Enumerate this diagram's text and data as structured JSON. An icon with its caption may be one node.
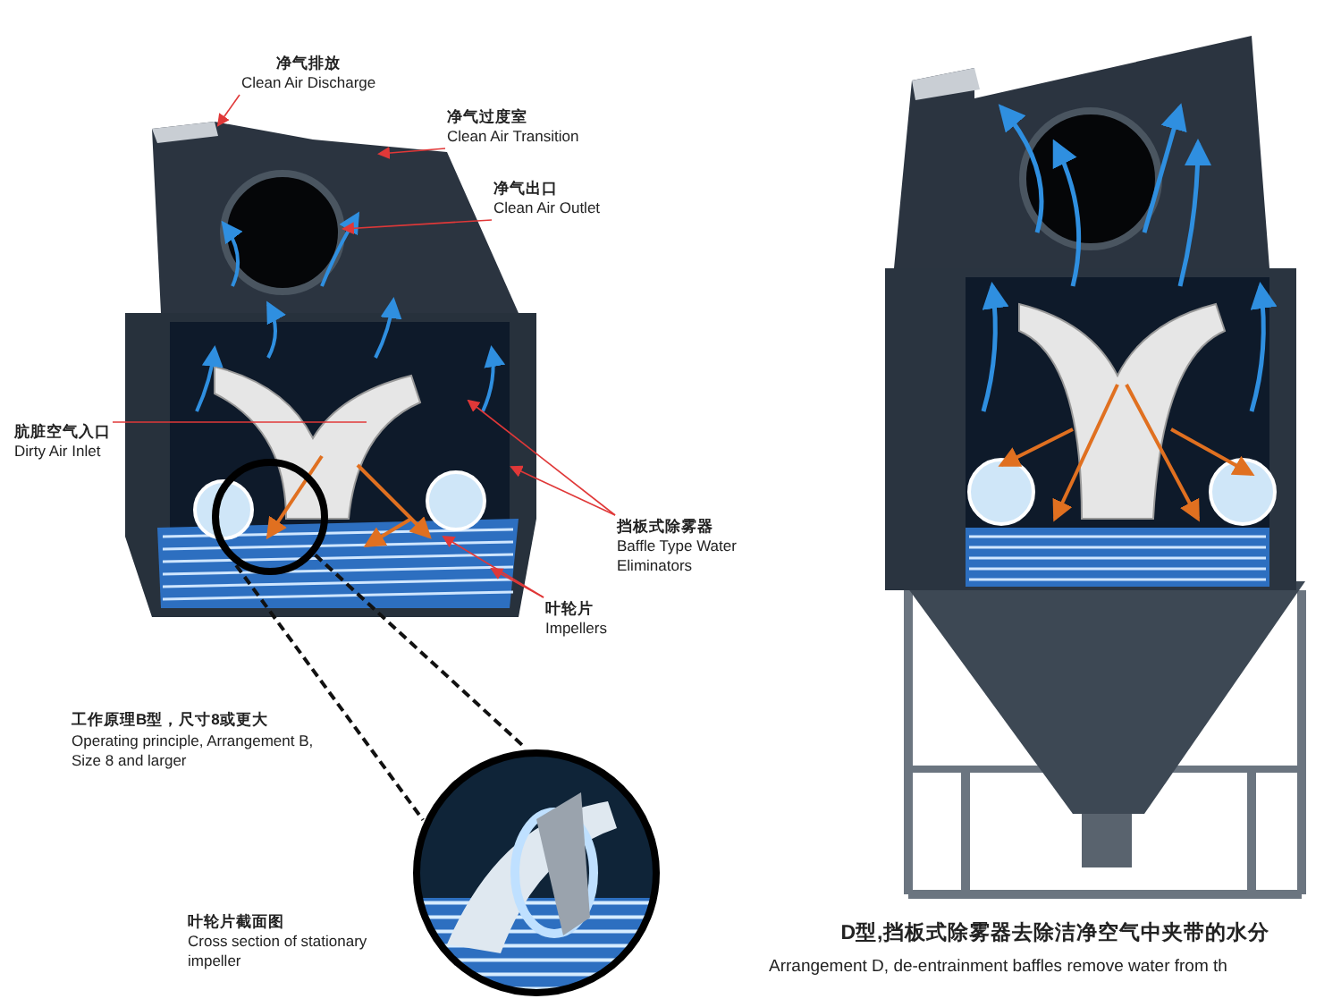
{
  "diagram": {
    "nodes": [
      {
        "text": [
          "净气排放",
          "Clean Air Discharge"
        ]
      },
      {
        "text": [
          "净气过度室",
          "Clean Air Transition"
        ]
      },
      {
        "text": [
          "净气出口",
          "Clean Air Outlet"
        ]
      },
      {
        "text": [
          "肮脏空气入口",
          "Dirty Air Inlet"
        ]
      },
      {
        "text": [
          "挡板式除雾器",
          "Baffle Type Water Eliminators"
        ]
      },
      {
        "text": [
          "叶轮片",
          "Impellers"
        ]
      },
      {
        "text": [],
        "shape": "circle"
      },
      {
        "text": [],
        "shape": "picture",
        "beside": [
          "叶轮片截面图",
          "Cross section of stationary impeller"
        ]
      }
    ],
    "edges": [
      {
        "from": 0,
        "to": null,
        "arrow": "to"
      },
      {
        "from": 1,
        "to": null,
        "arrow": "to"
      },
      {
        "from": 2,
        "to": null,
        "arrow": "to"
      },
      {
        "from": 3,
        "to": null,
        "arrow": "none"
      },
      {
        "from": 4,
        "to": null,
        "arrow": "to"
      },
      {
        "from": 4,
        "to": null,
        "arrow": "to"
      },
      {
        "from": 5,
        "to": null,
        "arrow": "to"
      },
      {
        "from": 5,
        "to": null,
        "arrow": "to"
      },
      {
        "from": 6,
        "to": 7,
        "arrow": "none",
        "style": "dashed",
        "color": "#111111"
      },
      {
        "from": 6,
        "to": 7,
        "arrow": "none",
        "style": "dashed",
        "color": "#111111"
      }
    ],
    "labels": [
      "工作原理B型，尺寸8或更大",
      "Operating principle, Arrangement B, Size 8 and larger",
      "D型,挡板式除雾器去除洁净空气中夹带的水分",
      "Arrangement D, de-entrainment baffles remove water from th"
    ]
  }
}
